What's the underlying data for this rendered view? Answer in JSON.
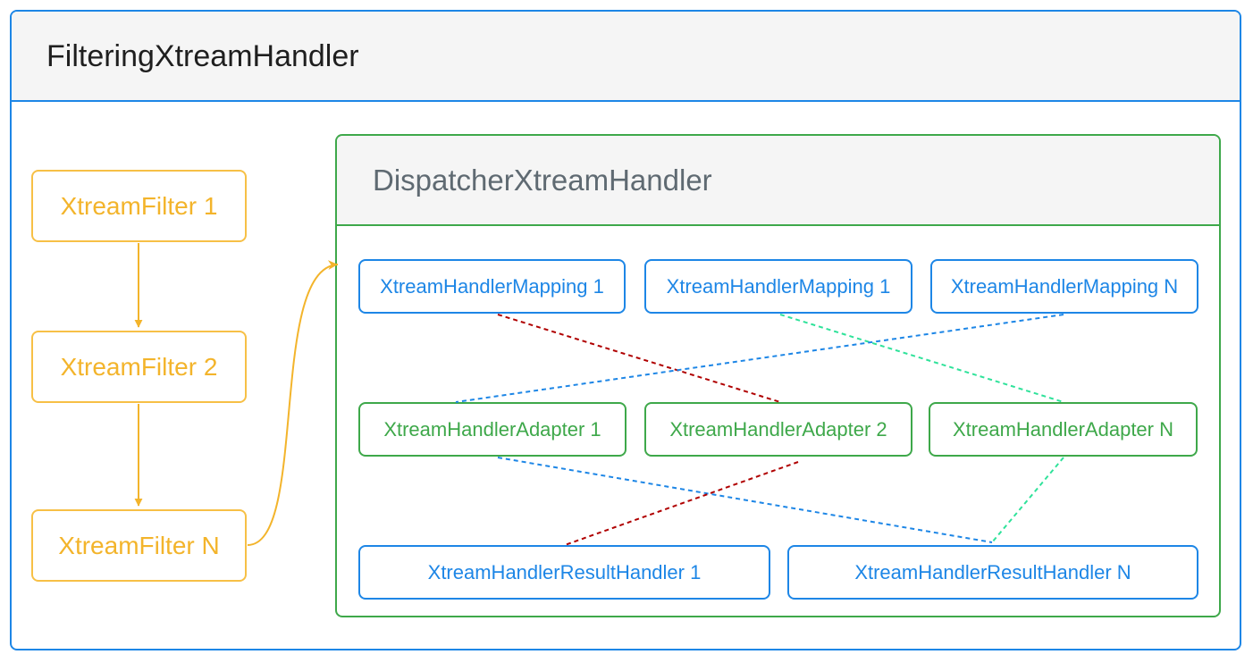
{
  "outer": {
    "title": "FilteringXtreamHandler"
  },
  "filters": [
    {
      "label": "XtreamFilter 1"
    },
    {
      "label": "XtreamFilter 2"
    },
    {
      "label": "XtreamFilter N"
    }
  ],
  "dispatcher": {
    "title": "DispatcherXtreamHandler",
    "mappings": [
      {
        "label": "XtreamHandlerMapping 1"
      },
      {
        "label": "XtreamHandlerMapping 1"
      },
      {
        "label": "XtreamHandlerMapping N"
      }
    ],
    "adapters": [
      {
        "label": "XtreamHandlerAdapter 1"
      },
      {
        "label": "XtreamHandlerAdapter 2"
      },
      {
        "label": "XtreamHandlerAdapter N"
      }
    ],
    "result_handlers": [
      {
        "label": "XtreamHandlerResultHandler 1"
      },
      {
        "label": "XtreamHandlerResultHandler N"
      }
    ]
  },
  "colors": {
    "outer_border": "#1d86e6",
    "filter": "#f3b42b",
    "dispatcher_border": "#3ea84a",
    "link_red": "#b00000",
    "link_blue": "#1d86e6",
    "link_green": "#2fe29a"
  }
}
